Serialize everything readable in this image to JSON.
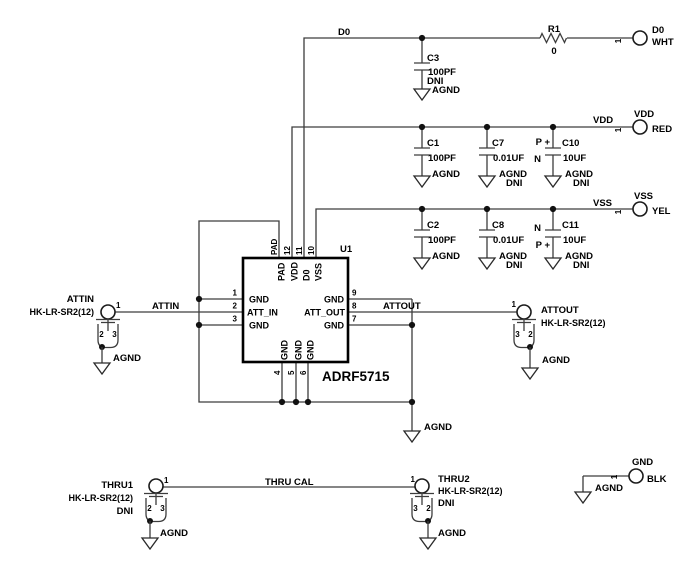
{
  "ic": {
    "refdes": "U1",
    "part": "ADRF5715",
    "gnd": "AGND",
    "top_pins": [
      {
        "num": "PAD",
        "name": "PAD"
      },
      {
        "num": "12",
        "name": "VDD"
      },
      {
        "num": "11",
        "name": "D0"
      },
      {
        "num": "10",
        "name": "VSS"
      }
    ],
    "left_pins": [
      {
        "num": "1",
        "name": "GND"
      },
      {
        "num": "2",
        "name": "ATT_IN"
      },
      {
        "num": "3",
        "name": "GND"
      }
    ],
    "right_pins": [
      {
        "num": "9",
        "name": "GND"
      },
      {
        "num": "8",
        "name": "ATT_OUT"
      },
      {
        "num": "7",
        "name": "GND"
      }
    ],
    "bottom_pins": [
      {
        "num": "4",
        "name": "GND"
      },
      {
        "num": "5",
        "name": "GND"
      },
      {
        "num": "6",
        "name": "GND"
      }
    ]
  },
  "nets": {
    "d0": "D0",
    "vdd": "VDD",
    "vss": "VSS",
    "attin": "ATTIN",
    "attout": "ATTOUT",
    "thru_cal": "THRU CAL"
  },
  "r1": {
    "ref": "R1",
    "value": "0"
  },
  "caps": {
    "c3": {
      "ref": "C3",
      "value": "100PF",
      "dni": "DNI",
      "gnd": "AGND"
    },
    "c1": {
      "ref": "C1",
      "value": "100PF",
      "gnd": "AGND"
    },
    "c7": {
      "ref": "C7",
      "value": "0.01UF",
      "gnd": "AGND",
      "dni": "DNI"
    },
    "c10": {
      "ref": "C10",
      "value": "10UF",
      "gnd": "AGND",
      "dni": "DNI",
      "pos": "P +",
      "neg": "N"
    },
    "c2": {
      "ref": "C2",
      "value": "100PF",
      "gnd": "AGND"
    },
    "c8": {
      "ref": "C8",
      "value": "0.01UF",
      "gnd": "AGND",
      "dni": "DNI"
    },
    "c11": {
      "ref": "C11",
      "value": "10UF",
      "gnd": "AGND",
      "dni": "DNI",
      "pos": "P +",
      "neg": "N"
    }
  },
  "headers": {
    "d0": {
      "name": "D0",
      "color": "WHT",
      "pin": "1"
    },
    "vdd": {
      "name": "VDD",
      "color": "RED",
      "pin": "1"
    },
    "vss": {
      "name": "VSS",
      "color": "YEL",
      "pin": "1"
    },
    "gnd": {
      "name": "GND",
      "color": "BLK",
      "pin": "1",
      "gnd": "AGND"
    }
  },
  "rf": {
    "attin": {
      "name": "ATTIN",
      "part": "HK-LR-SR2(12)",
      "pin1": "1",
      "pin2": "2",
      "pin3": "3",
      "gnd": "AGND"
    },
    "attout": {
      "name": "ATTOUT",
      "part": "HK-LR-SR2(12)",
      "pin1": "1",
      "pin2": "2",
      "pin3": "3",
      "gnd": "AGND"
    },
    "thru1": {
      "name": "THRU1",
      "part": "HK-LR-SR2(12)",
      "dni": "DNI",
      "pin1": "1",
      "pin2": "2",
      "pin3": "3",
      "gnd": "AGND"
    },
    "thru2": {
      "name": "THRU2",
      "part": "HK-LR-SR2(12)",
      "dni": "DNI",
      "pin1": "1",
      "pin2": "2",
      "pin3": "3",
      "gnd": "AGND"
    }
  },
  "colors": {
    "wire": "#3d3d3d",
    "text": "#000000",
    "background": "#ffffff"
  }
}
